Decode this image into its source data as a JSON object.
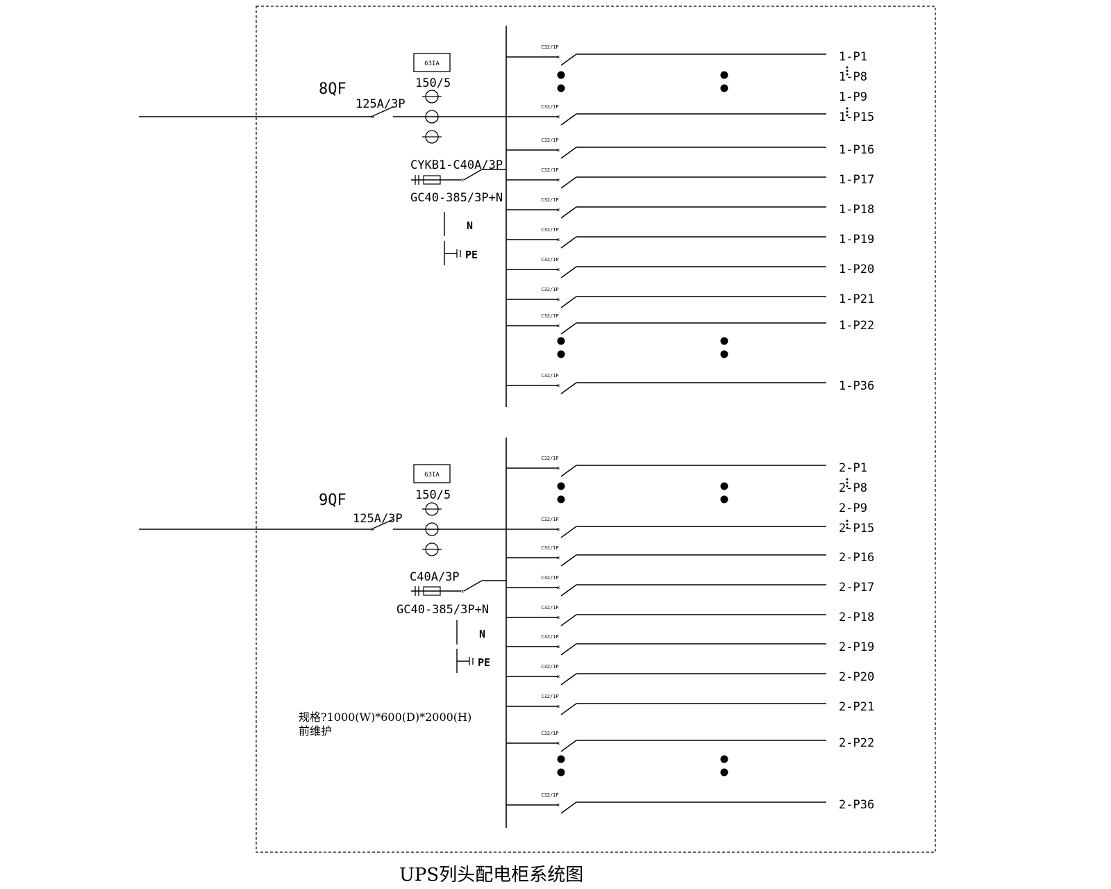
{
  "title": "UPS列头配电柜系统图",
  "spec": {
    "line1": "规格?1000(W)*600(D)*2000(H)",
    "line2": "前维护"
  },
  "panels": [
    {
      "id": "panel-1",
      "qf_name": "8QF",
      "main_breaker": "125A/3P",
      "meter_box": "63IA",
      "ct_ratio": "150/5",
      "spd_breaker": "CYKB1-C40A/3P",
      "spd_model": "GC40-385/3P+N",
      "neutral": "N",
      "earth": "PE",
      "branch_breaker": "C32/1P",
      "outgoing": [
        "1-P1",
        "1-P8",
        "1-P9",
        "1-P15",
        "1-P16",
        "1-P17",
        "1-P18",
        "1-P19",
        "1-P20",
        "1-P21",
        "1-P22",
        "1-P36"
      ]
    },
    {
      "id": "panel-2",
      "qf_name": "9QF",
      "main_breaker": "125A/3P",
      "meter_box": "63IA",
      "ct_ratio": "150/5",
      "spd_breaker": "C40A/3P",
      "spd_model": "GC40-385/3P+N",
      "neutral": "N",
      "earth": "PE",
      "branch_breaker": "C32/1P",
      "outgoing": [
        "2-P1",
        "2-P8",
        "2-P9",
        "2-P15",
        "2-P16",
        "2-P17",
        "2-P18",
        "2-P19",
        "2-P20",
        "2-P21",
        "2-P22",
        "2-P36"
      ]
    }
  ]
}
